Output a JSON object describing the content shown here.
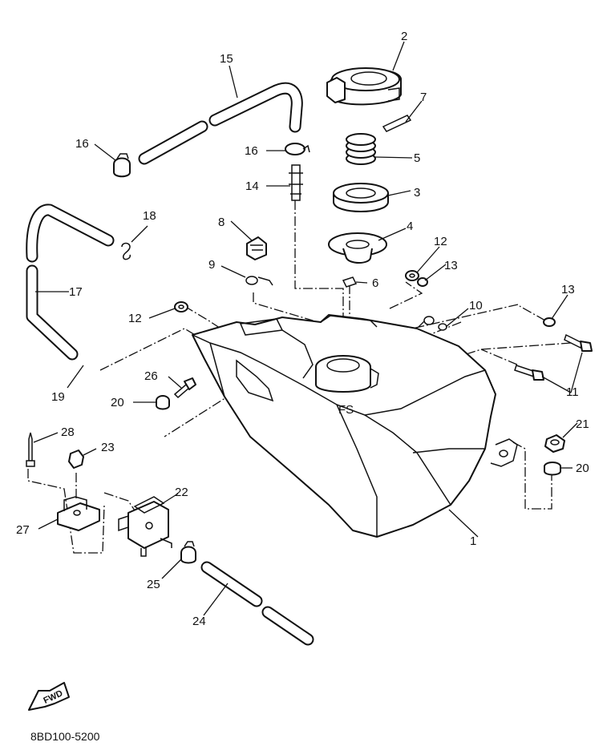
{
  "diagram": {
    "code": "8BD100-5200",
    "direction_marker": "FWD",
    "callouts": [
      "1",
      "2",
      "3",
      "4",
      "5",
      "6",
      "7",
      "8",
      "9",
      "10",
      "11",
      "12",
      "12",
      "13",
      "13",
      "14",
      "15",
      "16",
      "16",
      "17",
      "18",
      "19",
      "20",
      "20",
      "21",
      "22",
      "23",
      "24",
      "25",
      "26",
      "27",
      "28"
    ]
  }
}
